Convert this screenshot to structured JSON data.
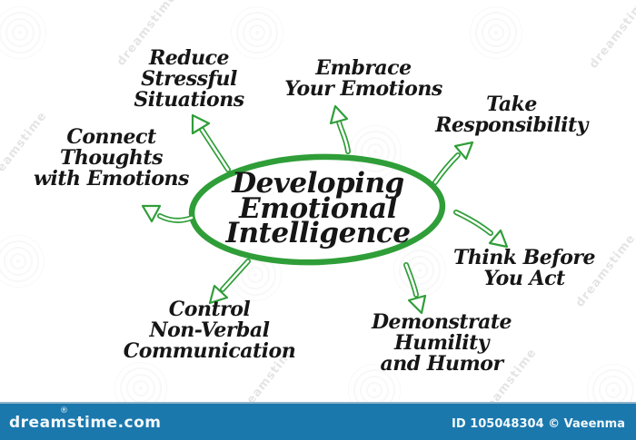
{
  "diagram": {
    "center": {
      "lines": [
        "Developing",
        "Emotional",
        "Intelligence"
      ]
    },
    "nodes": {
      "reduce": {
        "lines": [
          "Reduce",
          "Stressful",
          "Situations"
        ]
      },
      "embrace": {
        "lines": [
          "Embrace",
          "Your Emotions"
        ]
      },
      "take": {
        "lines": [
          "Take",
          "Responsibility"
        ]
      },
      "connect": {
        "lines": [
          "Connect",
          "Thoughts",
          "with Emotions"
        ]
      },
      "think": {
        "lines": [
          "Think Before",
          "You Act"
        ]
      },
      "control": {
        "lines": [
          "Control",
          "Non-Verbal",
          "Communication"
        ]
      },
      "demonstrate": {
        "lines": [
          "Demonstrate",
          "Humility",
          "and Humor"
        ]
      }
    }
  },
  "watermark": {
    "text": "dreamstime"
  },
  "footer": {
    "brand": "dreamstime.com",
    "registered": "®",
    "credit": "ID 105048304 © Vaeenma"
  },
  "colors": {
    "arrow_green": "#2f9e38",
    "label_text": "#161616",
    "footer_bar": "#1a78ad",
    "footer_edge": "#8fb4c9",
    "footer_text": "#f2f8fb"
  }
}
